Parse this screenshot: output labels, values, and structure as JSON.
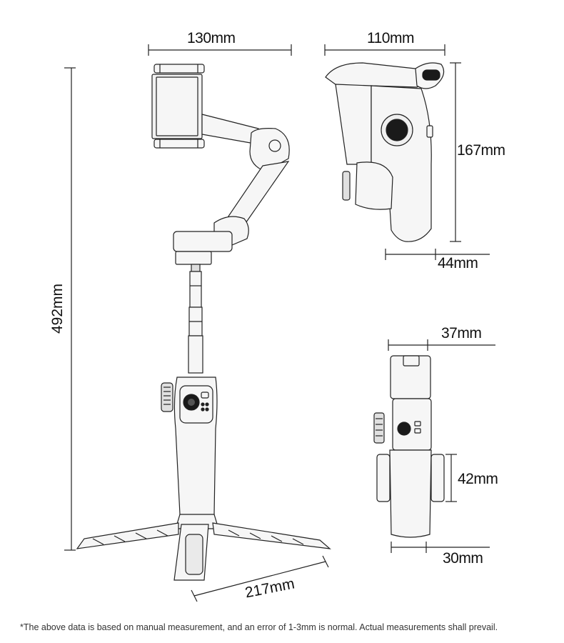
{
  "dimensions": {
    "phone_clamp_width": "130mm",
    "folded_depth": "110mm",
    "folded_height": "167mm",
    "folded_base": "44mm",
    "total_height": "492mm",
    "tripod_width": "217mm",
    "handle_width": "37mm",
    "handle_grip_height": "42mm",
    "handle_base": "30mm"
  },
  "footnote": "*The above data is based on manual measurement, and an error of 1-3mm is normal. Actual measurements shall prevail.",
  "colors": {
    "outline": "#222222",
    "body_fill": "#f4f4f4",
    "dial": "#1a1a1a"
  }
}
